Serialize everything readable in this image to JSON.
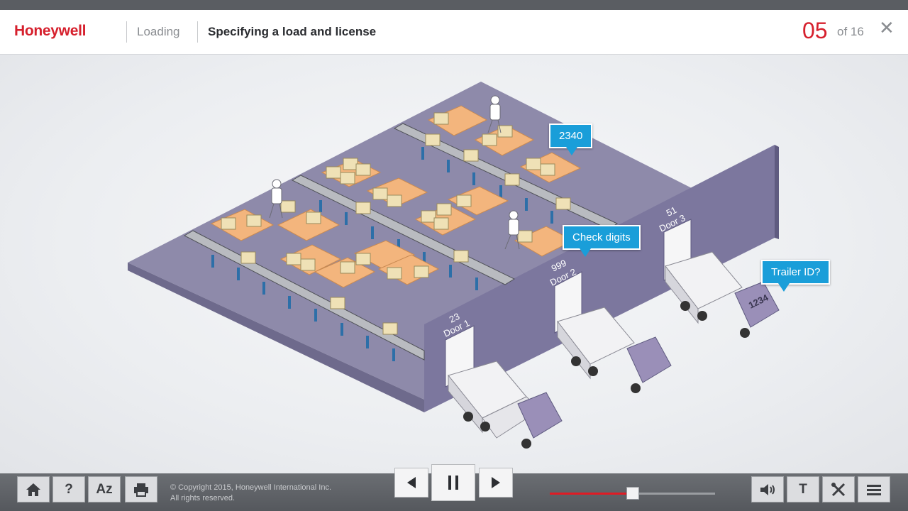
{
  "header": {
    "brand": "Honeywell",
    "section": "Loading",
    "title": "Specifying a load and license",
    "page_current": "05",
    "page_total_label": "of 16",
    "close_glyph": "✕"
  },
  "scene": {
    "callouts": {
      "license": "2340",
      "check_digits": "Check digits",
      "trailer_id": "Trailer ID?"
    },
    "doors": [
      {
        "number": "23",
        "label": "Door 1"
      },
      {
        "number": "999",
        "label": "Door 2"
      },
      {
        "number": "51",
        "label": "Door 3"
      }
    ],
    "trailer_plate": "1234"
  },
  "footer": {
    "copyright_line1": "© Copyright 2015, Honeywell International Inc.",
    "copyright_line2": "All rights reserved.",
    "glossary_label": "Az",
    "help_label": "?",
    "text_label": "T",
    "progress_fraction": 0.5
  },
  "colors": {
    "brand_red": "#d6202d",
    "accent_blue": "#1a9ed9",
    "floor": "#8e8aaa",
    "pallet": "#f3b57d"
  }
}
